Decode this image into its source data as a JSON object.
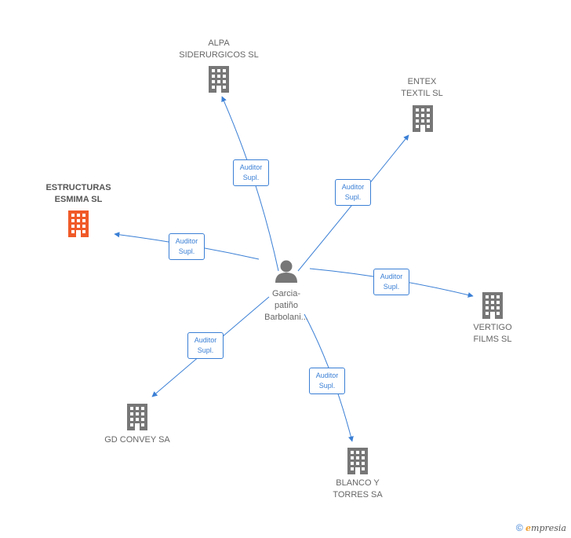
{
  "center": {
    "name_line1": "Garcia-",
    "name_line2": "patiño",
    "name_line3": "Barbolani..."
  },
  "nodes": [
    {
      "id": "alpa",
      "line1": "ALPA",
      "line2": "SIDERURGICOS SL",
      "highlight": false
    },
    {
      "id": "entex",
      "line1": "ENTEX",
      "line2": "TEXTIL SL",
      "highlight": false
    },
    {
      "id": "estructuras",
      "line1": "ESTRUCTURAS",
      "line2": "ESMIMA SL",
      "highlight": true
    },
    {
      "id": "vertigo",
      "line1": "VERTIGO",
      "line2": "FILMS SL",
      "highlight": false
    },
    {
      "id": "gdconvey",
      "line1": "GD CONVEY SA",
      "line2": "",
      "highlight": false
    },
    {
      "id": "blanco",
      "line1": "BLANCO Y",
      "line2": "TORRES SA",
      "highlight": false
    }
  ],
  "edge_label": {
    "line1": "Auditor",
    "line2": "Supl."
  },
  "colors": {
    "edge": "#3a7fd5",
    "building": "#777777",
    "building_highlight": "#f05a28",
    "person": "#777777"
  },
  "footer": {
    "copyright": "©",
    "brand_e": "e",
    "brand_rest": "mpresia"
  }
}
